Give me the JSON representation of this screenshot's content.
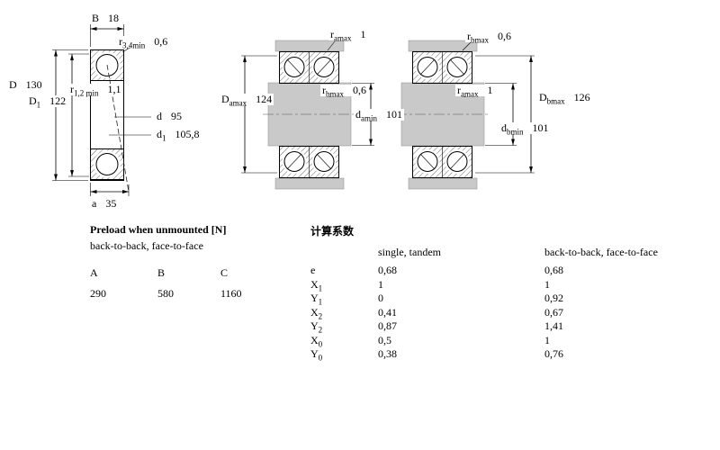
{
  "colors": {
    "ink": "#000000",
    "steel_gray": "#c9c9c9",
    "background": "#ffffff"
  },
  "left_drawing": {
    "dims": {
      "B": {
        "base": "B",
        "sub": "",
        "value": "18"
      },
      "r34": {
        "base": "r",
        "sub": "3,4min",
        "value": "0,6"
      },
      "D": {
        "base": "D",
        "sub": "",
        "value": "130"
      },
      "D1": {
        "base": "D",
        "sub": "1",
        "value": "122"
      },
      "r12": {
        "base": "r",
        "sub": "1,2 min",
        "value": "1,1"
      },
      "d": {
        "base": "d",
        "sub": "",
        "value": "95"
      },
      "d1": {
        "base": "d",
        "sub": "1",
        "value": "105,8"
      },
      "a": {
        "base": "a",
        "sub": "",
        "value": "35"
      }
    }
  },
  "arrangement_a": {
    "dims": {
      "ramax": {
        "base": "r",
        "sub": "amax",
        "value": "1"
      },
      "Damax": {
        "base": "D",
        "sub": "amax",
        "value": "124"
      },
      "rbmax": {
        "base": "r",
        "sub": "bmax",
        "value": "0,6"
      },
      "damin": {
        "base": "d",
        "sub": "amin",
        "value": "101"
      }
    }
  },
  "arrangement_b": {
    "dims": {
      "rbmax": {
        "base": "r",
        "sub": "bmax",
        "value": "0,6"
      },
      "ramax": {
        "base": "r",
        "sub": "amax",
        "value": "1"
      },
      "Dbmax": {
        "base": "D",
        "sub": "bmax",
        "value": "126"
      },
      "dbmin": {
        "base": "d",
        "sub": "bmin",
        "value": "101"
      }
    }
  },
  "preload_table": {
    "title": "Preload when unmounted [N]",
    "subtitle": "back-to-back, face-to-face",
    "columns": [
      "A",
      "B",
      "C"
    ],
    "values": [
      "290",
      "580",
      "1160"
    ]
  },
  "factors_table": {
    "title": "计算系数",
    "col_single": "single, tandem",
    "col_paired": "back-to-back, face-to-face",
    "rows": [
      {
        "base": "e",
        "sub": "",
        "single": "0,68",
        "paired": "0,68"
      },
      {
        "base": "X",
        "sub": "1",
        "single": "1",
        "paired": "1"
      },
      {
        "base": "Y",
        "sub": "1",
        "single": "0",
        "paired": "0,92"
      },
      {
        "base": "X",
        "sub": "2",
        "single": "0,41",
        "paired": "0,67"
      },
      {
        "base": "Y",
        "sub": "2",
        "single": "0,87",
        "paired": "1,41"
      },
      {
        "base": "X",
        "sub": "0",
        "single": "0,5",
        "paired": "1"
      },
      {
        "base": "Y",
        "sub": "0",
        "single": "0,38",
        "paired": "0,76"
      }
    ]
  }
}
